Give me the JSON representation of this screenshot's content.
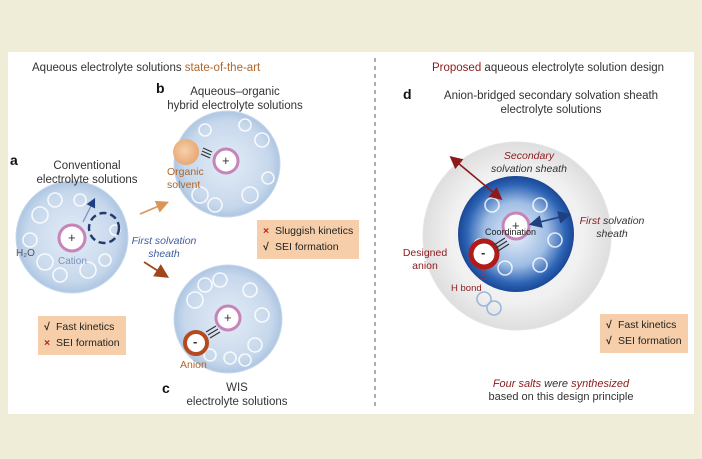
{
  "left_header": {
    "prefix": "Aqueous electrolyte solutions ",
    "highlight": "state-of-the-art"
  },
  "right_header": {
    "highlight": "Proposed",
    "suffix": " aqueous electrolyte solution design"
  },
  "panel_a": {
    "letter": "a",
    "title_line1": "Conventional",
    "title_line2": "electrolyte solutions",
    "h2o": "H₂O",
    "cation": "Cation",
    "first_sheath_line1": "First solvation",
    "first_sheath_line2": "sheath",
    "box_row1": "Fast kinetics",
    "box_row2": "SEI formation"
  },
  "panel_b": {
    "letter": "b",
    "title_line1": "Aqueous–organic",
    "title_line2": "hybrid electrolyte solutions",
    "organic_line1": "Organic",
    "organic_line2": "solvent",
    "box_row1": "Sluggish kinetics",
    "box_row2": "SEI formation"
  },
  "panel_c": {
    "letter": "c",
    "title_line1": "WIS",
    "title_line2": "electrolyte solutions",
    "anion": "Anion"
  },
  "panel_d": {
    "letter": "d",
    "title_line1": "Anion-bridged secondary solvation sheath",
    "title_line2": "electrolyte solutions",
    "secondary_line1": "Secondary",
    "secondary_line2": "solvation sheath",
    "first_line1_a": "First",
    "first_line1_b": " solvation",
    "first_line2": "sheath",
    "coordination": "Coordination",
    "designed_line1": "Designed",
    "designed_line2": "anion",
    "hbond": "H bond",
    "box_row1": "Fast kinetics",
    "box_row2": "SEI formation",
    "footer_a": "Four salts",
    "footer_b": " were ",
    "footer_c": "synthesized",
    "footer_line2": "based on this design principle"
  },
  "symbols": {
    "plus": "+",
    "minus": "-",
    "check": "√",
    "cross": "×"
  },
  "colors": {
    "background": "#efecd7",
    "accent": "#b0662a",
    "dark_red": "#8c1a1a",
    "box": "#f6cfaa",
    "blue": "#1f4f9e"
  }
}
